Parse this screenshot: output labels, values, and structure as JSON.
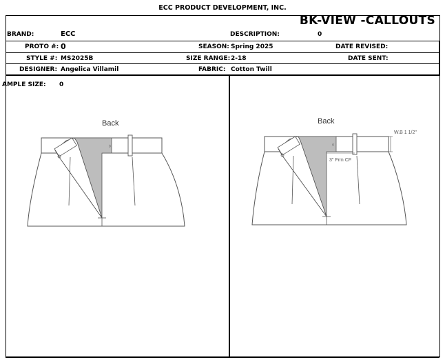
{
  "company": "ECC PRODUCT DEVELOPMENT, INC.",
  "sheet_title": "BK-VIEW -CALLOUTS",
  "header": {
    "brand_label": "BRAND:",
    "brand_value": "ECC",
    "description_label": "DESCRIPTION:",
    "description_value": "0",
    "proto_label": "PROTO #:",
    "proto_value": "0",
    "season_label": "SEASON:",
    "season_value": "Spring 2025",
    "date_revised_label": "DATE REVISED:",
    "date_revised_value": "",
    "style_label": "STYLE #:",
    "style_value": "MS2025B",
    "size_range_label": "SIZE RANGE:",
    "size_range_value": "2-18",
    "date_sent_label": "DATE SENT:",
    "date_sent_value": "",
    "designer_label": "DESIGNER:",
    "designer_value": "Angelica Villamil",
    "fabric_label": "FABRIC:",
    "fabric_value": "Cotton Twill",
    "sample_size_label": "AMPLE SIZE:",
    "sample_size_value": "0"
  },
  "sketches": {
    "left_label": "Back",
    "right_label": "Back",
    "callout_waistband": "W.B 1 1/2\"",
    "callout_from_cf": "3\" Frm CF"
  }
}
